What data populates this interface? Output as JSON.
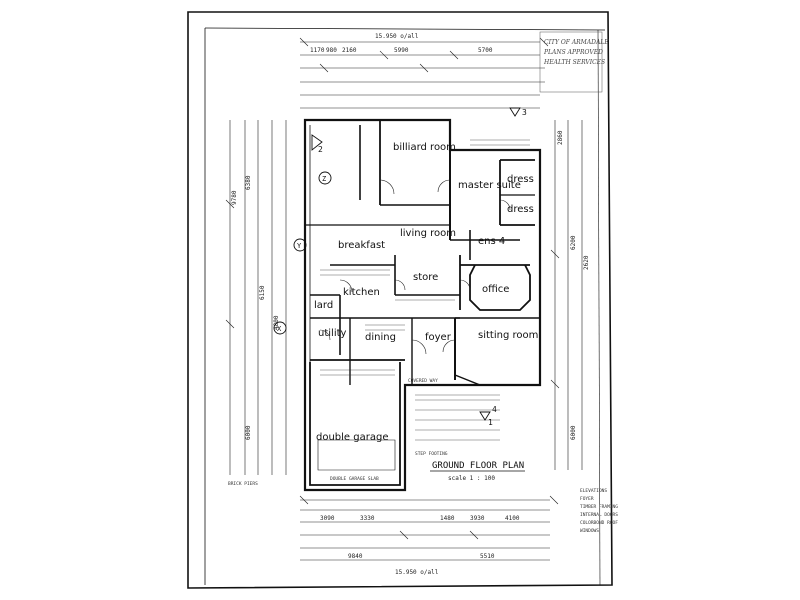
{
  "plan": {
    "title": "GROUND FLOOR PLAN",
    "scale": "scale 1 : 100",
    "overall_top": "15.950 o/all",
    "overall_bottom": "15.950 o/all"
  },
  "dimensions": {
    "top_row": [
      "1170",
      "980",
      "2160",
      "5990",
      "5700"
    ],
    "bottom_row": [
      "9840",
      "5510"
    ],
    "bottom_detail": [
      "3090",
      "3330",
      "1480",
      "3930",
      "4100"
    ],
    "left_side": [
      "9780",
      "6380",
      "6150",
      "4800",
      "6000"
    ],
    "right_side": [
      "2860",
      "6200",
      "2620",
      "6000"
    ]
  },
  "rooms": {
    "billiard": "billiard room",
    "master": "master suite",
    "dress1": "dress",
    "dress2": "dress",
    "breakfast": "breakfast",
    "living": "living room",
    "ens": "ens 4",
    "kitchen": "kitchen",
    "store": "store",
    "office": "office",
    "lard": "lard",
    "utility": "utility",
    "dining": "dining",
    "foyer": "foyer",
    "sitting": "sitting room",
    "garage": "double garage"
  },
  "markers": [
    "1",
    "2",
    "3",
    "4",
    "X",
    "Y",
    "Z"
  ],
  "stamp": [
    "CITY OF ARMADALE",
    "PLANS APPROVED",
    "HEALTH SERVICES"
  ],
  "notes": [
    "ELEVATIONS",
    "FOYER",
    "TIMBER FRAMING",
    "INTERNAL DOORS",
    "COLORBOND ROOF",
    "WINDOWS",
    "COVERED WAY",
    "STEP FOOTING",
    "BRICK PIERS",
    "DOUBLE GARAGE SLAB"
  ],
  "colors": {
    "ink": "#111111",
    "paper": "#ffffff"
  }
}
